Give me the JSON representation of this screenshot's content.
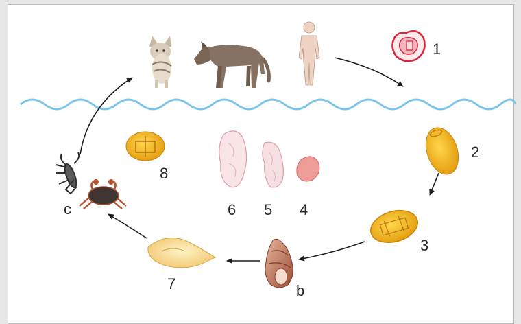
{
  "figure": {
    "stage_labels": [
      "1",
      "2",
      "3",
      "4",
      "5",
      "6",
      "7",
      "8"
    ],
    "host_labels": {
      "snail": "b",
      "crustacean": "c"
    },
    "hosts": [
      "cat",
      "wolf",
      "human",
      "crayfish",
      "crab",
      "snail"
    ],
    "colors": {
      "water_line": "#7cc3e8",
      "arrow": "#1c1c1c",
      "egg": "#f2b21a",
      "redia": "#e98c8c",
      "cyst": "#d9263a"
    }
  }
}
